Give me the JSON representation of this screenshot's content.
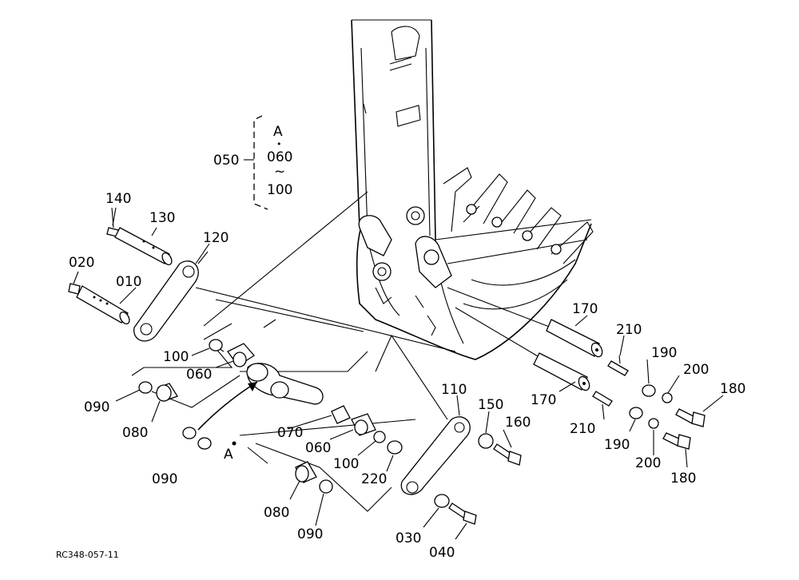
{
  "diagram": {
    "reference_code": "RC348-057-11",
    "group_callout": {
      "number": "050",
      "range_start": "A",
      "dot": "•",
      "range_from": "060",
      "range_tilde": "~",
      "range_to": "100"
    },
    "detail_marker": "A",
    "callouts": [
      {
        "id": "c140",
        "label": "140"
      },
      {
        "id": "c130",
        "label": "130"
      },
      {
        "id": "c120",
        "label": "120"
      },
      {
        "id": "c020",
        "label": "020"
      },
      {
        "id": "c010",
        "label": "010"
      },
      {
        "id": "c100a",
        "label": "100"
      },
      {
        "id": "c060a",
        "label": "060"
      },
      {
        "id": "c090a",
        "label": "090"
      },
      {
        "id": "c080a",
        "label": "080"
      },
      {
        "id": "c090b",
        "label": "090"
      },
      {
        "id": "c070",
        "label": "070"
      },
      {
        "id": "c060b",
        "label": "060"
      },
      {
        "id": "c100b",
        "label": "100"
      },
      {
        "id": "c220",
        "label": "220"
      },
      {
        "id": "c080b",
        "label": "080"
      },
      {
        "id": "c090c",
        "label": "090"
      },
      {
        "id": "c110",
        "label": "110"
      },
      {
        "id": "c150",
        "label": "150"
      },
      {
        "id": "c160",
        "label": "160"
      },
      {
        "id": "c030",
        "label": "030"
      },
      {
        "id": "c040",
        "label": "040"
      },
      {
        "id": "c170a",
        "label": "170"
      },
      {
        "id": "c210a",
        "label": "210"
      },
      {
        "id": "c190a",
        "label": "190"
      },
      {
        "id": "c200a",
        "label": "200"
      },
      {
        "id": "c180a",
        "label": "180"
      },
      {
        "id": "c170b",
        "label": "170"
      },
      {
        "id": "c210b",
        "label": "210"
      },
      {
        "id": "c190b",
        "label": "190"
      },
      {
        "id": "c200b",
        "label": "200"
      },
      {
        "id": "c180b",
        "label": "180"
      }
    ]
  }
}
